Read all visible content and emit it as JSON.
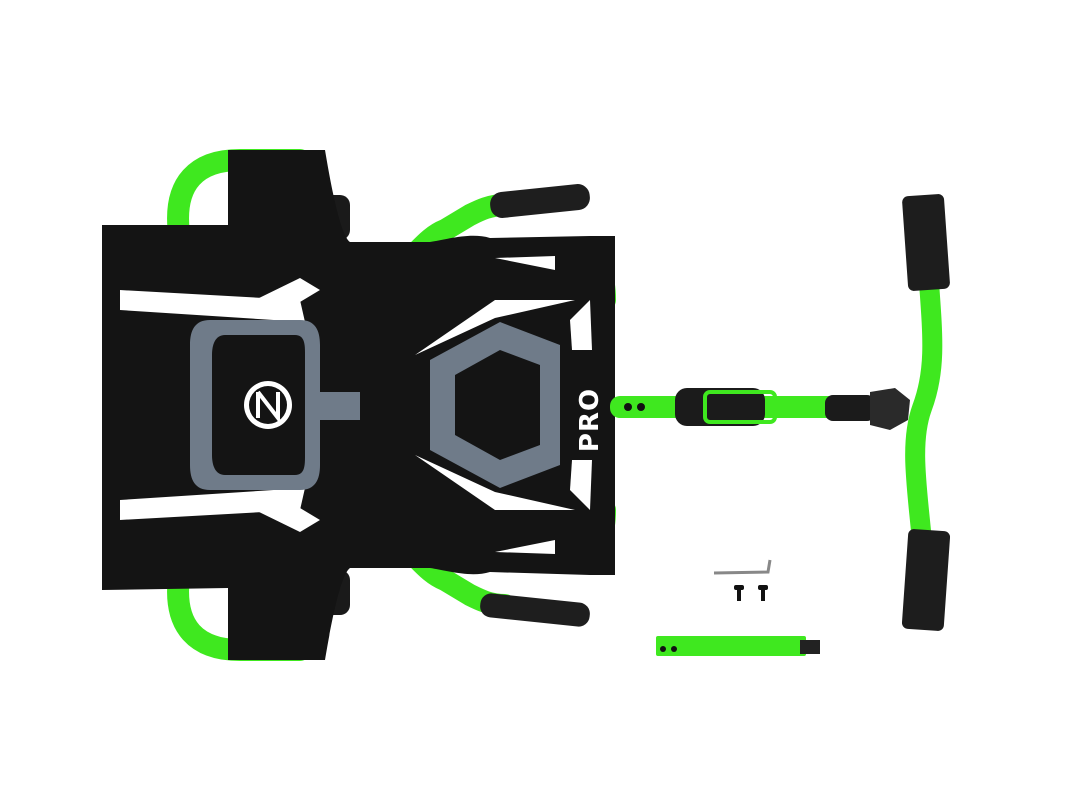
{
  "product": {
    "description": "Green drift go-kart frame with seat, steering bar and accessory parts (top view)",
    "seat_label": "PRO",
    "logo": "circle-monogram-logo"
  },
  "colors": {
    "frame_green": "#3fe81f",
    "seat_black": "#111111",
    "accent_gray": "#6f7b89",
    "stripe_white": "#ffffff",
    "background": "#ffffff"
  },
  "parts": [
    "kart-frame",
    "seat",
    "handlebar-grips",
    "steering-bar",
    "extension-tube",
    "allen-key",
    "bolts"
  ]
}
